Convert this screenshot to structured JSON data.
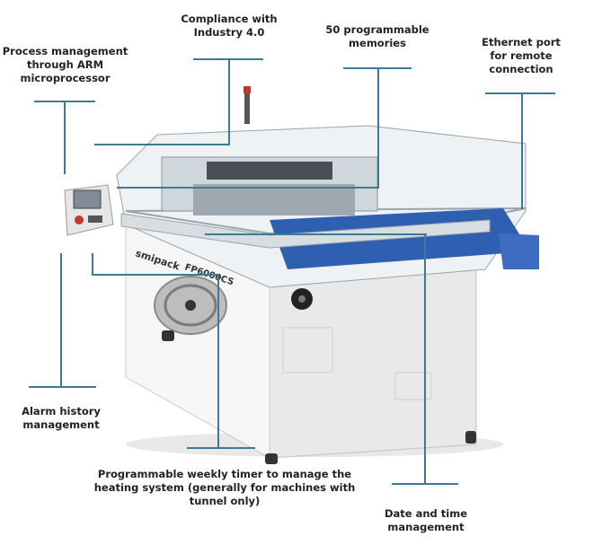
{
  "callouts": {
    "industry": [
      "Compliance with",
      "Industry 4.0"
    ],
    "memories": [
      "50 programmable",
      "memories"
    ],
    "ethernet": [
      "Ethernet port",
      "for remote",
      "connection"
    ],
    "process": [
      "Process management",
      "through ARM",
      "microprocessor"
    ],
    "alarm": [
      "Alarm history",
      "management"
    ],
    "timer": [
      "Programmable weekly timer to manage the",
      "heating system (generally for machines with",
      "tunnel only)"
    ],
    "datetime": [
      "Date and time",
      "management"
    ]
  },
  "machine": {
    "brand": "smipack",
    "model": "FP6000CS"
  },
  "colors": {
    "callout_line": "#3e7a93",
    "conveyor": "#2f5fb0",
    "panel_button": "#c0392b"
  }
}
